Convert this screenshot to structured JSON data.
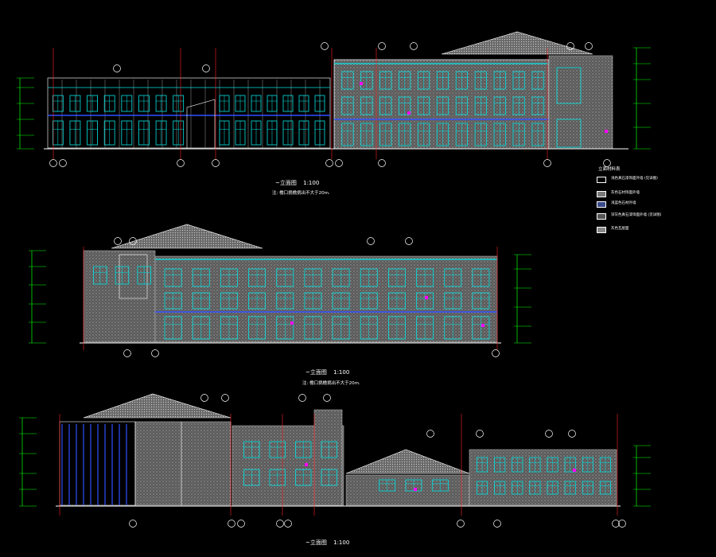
{
  "colors": {
    "background": "#000000",
    "wall": "#c8c8c8",
    "window": "#00e5e5",
    "dimension": "#00ff00",
    "gridline": "#ff2020",
    "roof": "#a0a0a0",
    "accent": "#3050ff",
    "marker": "#ff00ff"
  },
  "elevation_1": {
    "title": "~立面图",
    "scale": "1:100",
    "note": "注: 檐口挑檐挑出不大于20m."
  },
  "elevation_2": {
    "title": "~立面图",
    "scale": "1:100",
    "note": "注: 檐口挑檐挑出不大于20m."
  },
  "elevation_3": {
    "title": "~立面图",
    "scale": "1:100"
  },
  "legend": {
    "title": "立面材料表",
    "items": [
      {
        "label": "浅色真石漆饰面外墙 (见详图)",
        "swatch": "#000000"
      },
      {
        "label": "灰色石材饰面外墙",
        "swatch": "#7a7a7a"
      },
      {
        "label": "浅蓝色石材外墙",
        "swatch": "#3a4a8a"
      },
      {
        "label": "深灰色真石漆饰面外墙 (见详图)",
        "swatch": "#555555"
      },
      {
        "label": "灰色瓦屋面",
        "swatch": "#888888"
      }
    ]
  }
}
